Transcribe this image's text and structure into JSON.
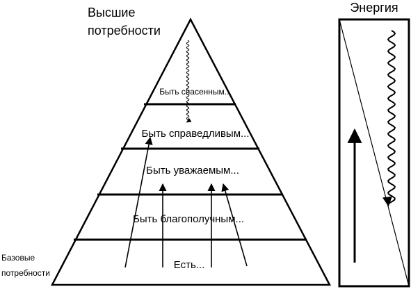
{
  "diagram": {
    "top_label": [
      "Высшие",
      "потребности"
    ],
    "base_label": [
      "Базовые",
      "потребности"
    ],
    "energy_label": "Энергия",
    "levels": [
      "Быть спасенным...",
      "Быть справедливым...",
      "Быть уважаемым...",
      "Быть благополучным...",
      "Есть..."
    ]
  },
  "colors": {
    "ink": "#000000",
    "background": "#ffffff"
  }
}
